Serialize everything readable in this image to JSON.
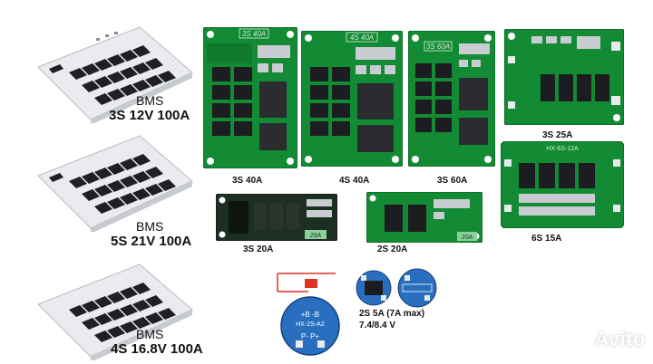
{
  "colors": {
    "pcb_green": "#138a34",
    "pcb_dark": "#0b5a22",
    "pcb_blue": "#2a6fbf",
    "silver": "#e6e8ea"
  },
  "bms_boards": [
    {
      "line1": "BMS",
      "line2": "3S 12V 100A"
    },
    {
      "line1": "BMS",
      "line2": "5S 21V 100A"
    },
    {
      "line1": "BMS",
      "line2": "4S 16.8V 100A"
    }
  ],
  "top_row": [
    {
      "caption": "3S 40A",
      "silk": "3S 40A"
    },
    {
      "caption": "4S 40A",
      "silk": "4S 40A"
    },
    {
      "caption": "3S 60A",
      "silk": "3S 60A"
    },
    {
      "caption": "3S 25A"
    }
  ],
  "middle_row": [
    {
      "caption": "3S 20A",
      "silk": "20A"
    },
    {
      "caption": "2S 20A",
      "silk": "20A"
    },
    {
      "caption": "6S 15A",
      "silk": "HX-6S-12A"
    }
  ],
  "small_boards": {
    "silk": "HX-2S-A2",
    "pads_top": "+B   -B",
    "pads_bottom": "P-  P+",
    "caption_line1": "2S 5A (7A max)",
    "caption_line2": "7.4/8.4 V"
  },
  "watermark": "Avito"
}
